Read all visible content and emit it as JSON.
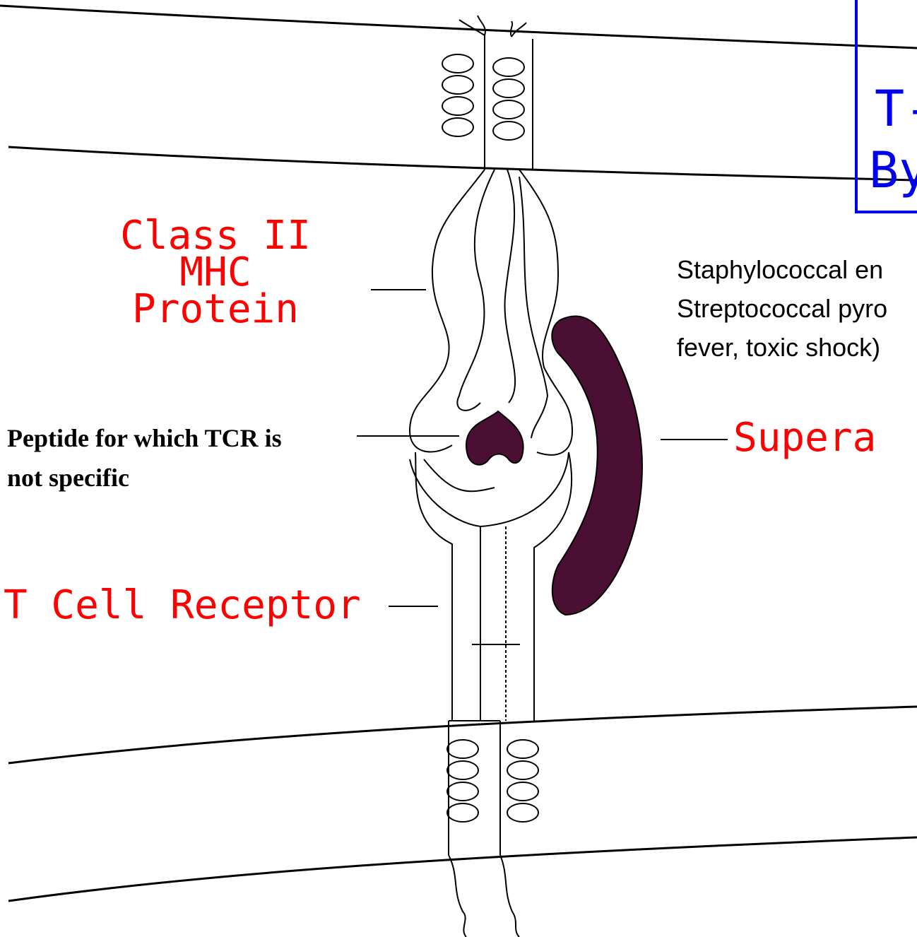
{
  "labels": {
    "mhc_line1": "Class II",
    "mhc_line2": "MHC",
    "mhc_line3": "Protein",
    "peptide_line1": "Peptide for which TCR is",
    "peptide_line2": "not specific",
    "tcr": "T Cell Receptor",
    "superantigen": "Supera",
    "title_line1": "T-",
    "title_line2": "By"
  },
  "description": {
    "line1": "Staphylococcal en",
    "line2": "Streptococcal pyro",
    "line3": "fever, toxic shock)"
  },
  "colors": {
    "label_red": "#ff0000",
    "title_blue": "#0000ee",
    "superantigen_fill": "#4a0f33",
    "line": "#000000"
  }
}
